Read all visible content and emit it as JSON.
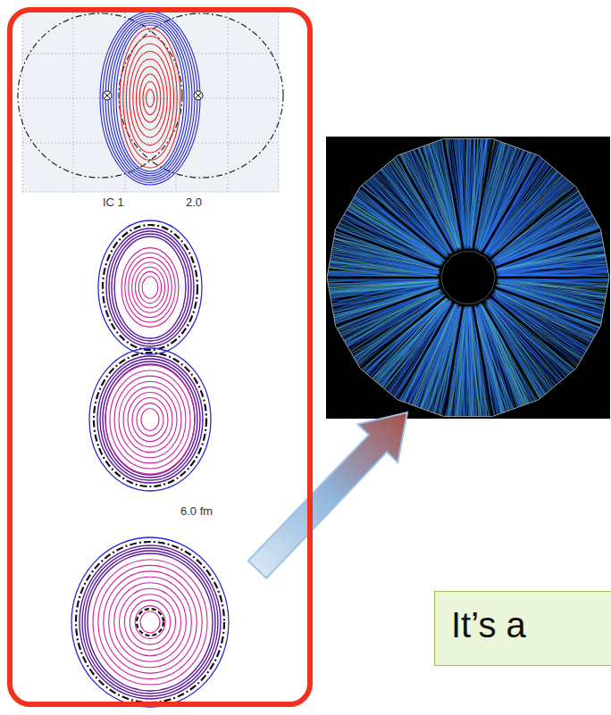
{
  "diagram": {
    "nodes": [
      {
        "text": [
          "IC 1",
          "2.0",
          "6.0 fm"
        ]
      },
      {
        "text": [
          "It’s a"
        ]
      }
    ]
  }
}
